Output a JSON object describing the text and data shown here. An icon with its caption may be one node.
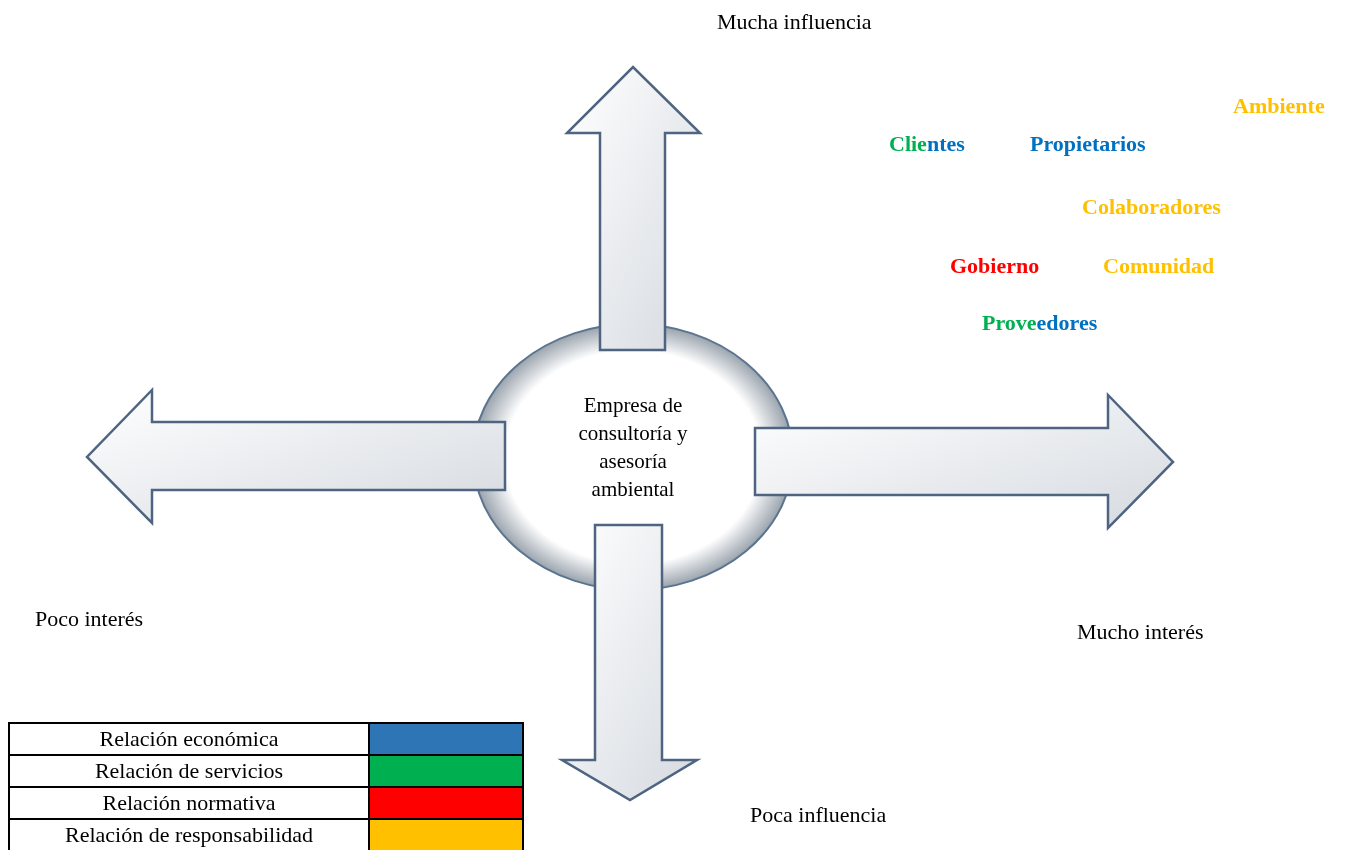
{
  "diagram": {
    "nodes": [
      {
        "text": [
          "Empresa de consultoría y asesoría ambiental"
        ]
      }
    ],
    "labels": [
      "Mucha influencia",
      "Ambiente",
      "Clientes",
      "Propietarios",
      "Colaboradores",
      "Gobierno",
      "Comunidad",
      "Proveedores",
      "Poco interés",
      "Mucho interés",
      "Poca influencia"
    ],
    "legend": [
      {
        "text": "Relación económica",
        "color": "#2e75b6"
      },
      {
        "text": "Relación de servicios",
        "color": "#00b050"
      },
      {
        "text": "Relación normativa",
        "color": "#ff0000"
      },
      {
        "text": "Relación de responsabilidad",
        "color": "#ffc000"
      }
    ]
  }
}
